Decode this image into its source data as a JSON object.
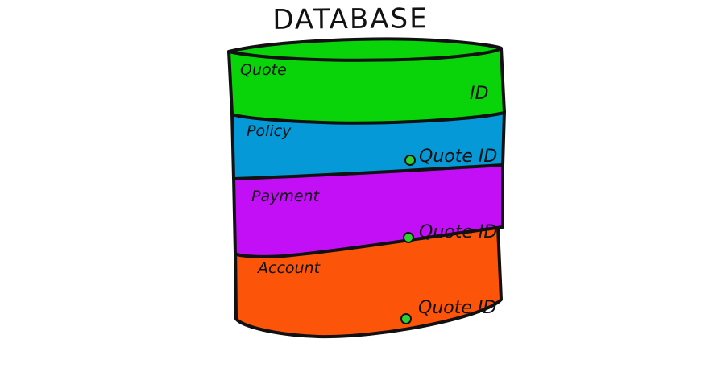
{
  "title": "DATABASE",
  "colors": {
    "quote": "#09d409",
    "policy": "#0599d8",
    "payment": "#c20ff5",
    "account": "#fc5409",
    "outline": "#111111",
    "fk_dot": "#2fd12f"
  },
  "layers": [
    {
      "name": "Quote",
      "key": "ID",
      "has_fk_dot": false
    },
    {
      "name": "Policy",
      "key": "Quote ID",
      "has_fk_dot": true
    },
    {
      "name": "Payment",
      "key": "Quote ID",
      "has_fk_dot": true
    },
    {
      "name": "Account",
      "key": "Quote ID",
      "has_fk_dot": true
    }
  ]
}
